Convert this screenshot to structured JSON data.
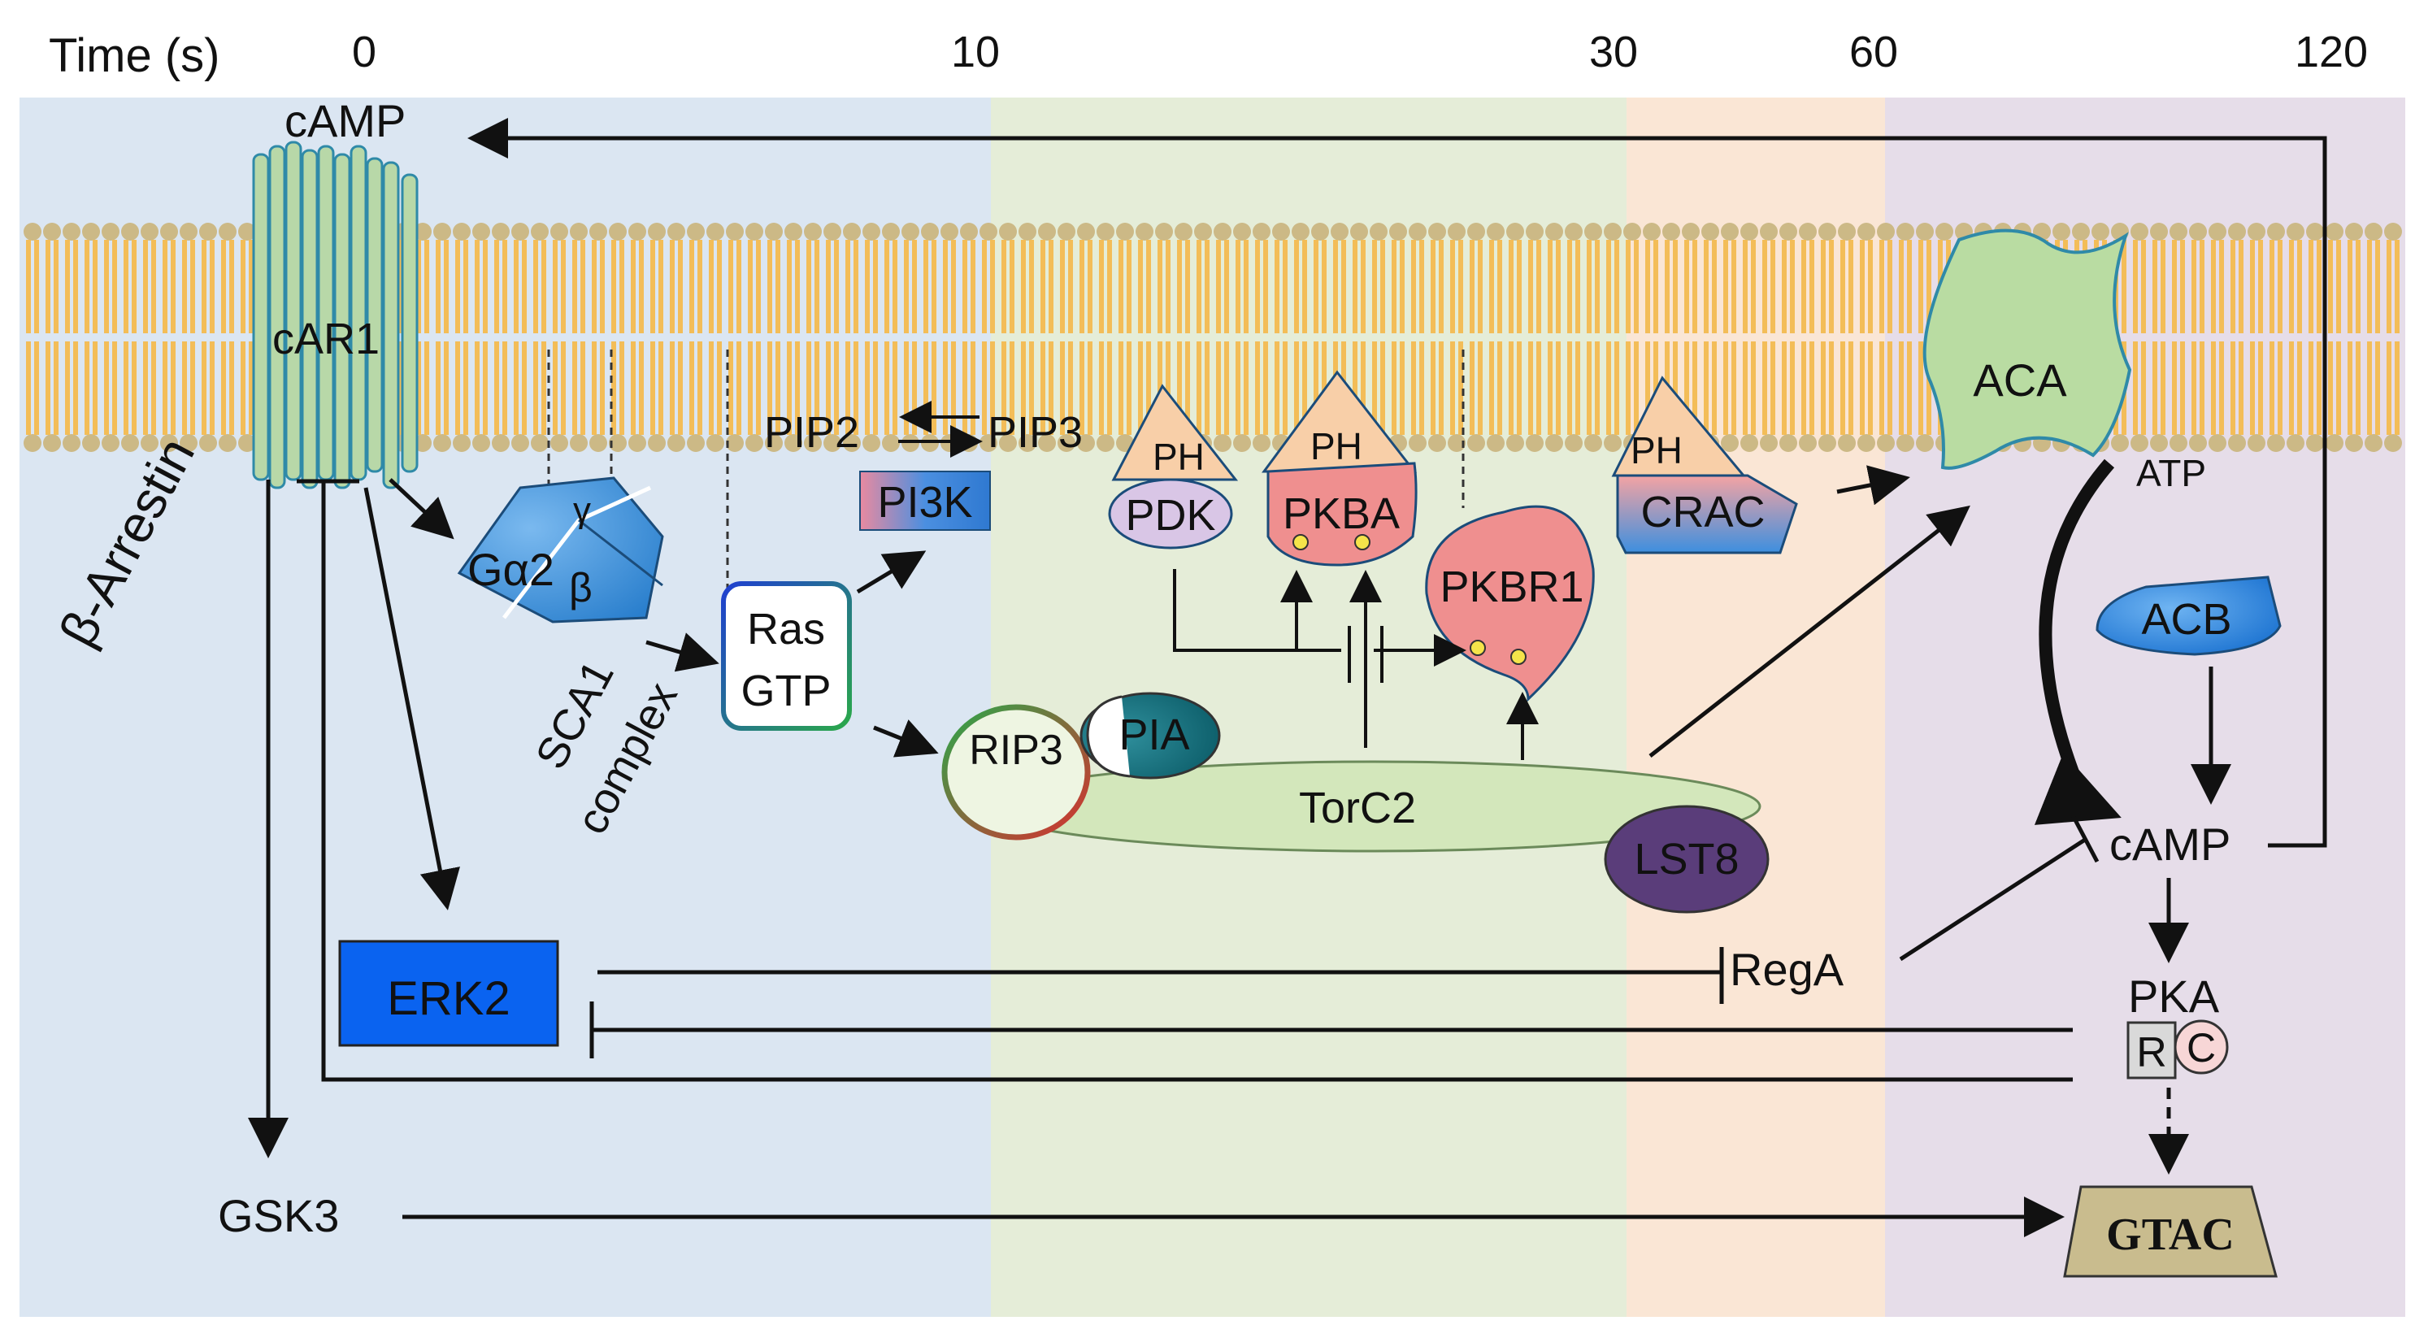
{
  "time_axis": {
    "label": "Time (s)",
    "ticks": [
      "0",
      "10",
      "30",
      "60",
      "120"
    ]
  },
  "phases": [
    {
      "color": "#dbe6f2"
    },
    {
      "color": "#e5edd8"
    },
    {
      "color": "#fae6d5"
    },
    {
      "color": "#e6dde9"
    }
  ],
  "labels": {
    "camp_top": "cAMP",
    "car1": "cAR1",
    "beta_arrestin": "β-Arrestin",
    "galpha2": "Gα2",
    "gamma": "γ",
    "beta": "β",
    "sca1_line1": "SCA1",
    "sca1_line2": "complex",
    "ras_line1": "Ras",
    "ras_line2": "GTP",
    "pip2": "PIP2",
    "pip3": "PIP3",
    "pi3k": "PI3K",
    "ph": "PH",
    "pdk": "PDK",
    "pkba": "PKBA",
    "pkbr1": "PKBR1",
    "crac": "CRAC",
    "rip3": "RIP3",
    "pia": "PIA",
    "torc2": "TorC2",
    "lst8": "LST8",
    "aca": "ACA",
    "atp": "ATP",
    "acb": "ACB",
    "camp_right": "cAMP",
    "erk2": "ERK2",
    "rega": "RegA",
    "pka": "PKA",
    "pka_r": "R",
    "pka_c": "C",
    "gsk3": "GSK3",
    "gtac": "GTAC"
  },
  "colors": {
    "membrane": "#f3bd58",
    "membrane_head": "#ccb986",
    "car1_fill": "#b8d8a8",
    "car1_stroke": "#2f8aa8",
    "g_protein": "#3a8fd6",
    "pi3k": "#3b8ee0",
    "pkb": "#ef8f8f",
    "pdk": "#d9c6e6",
    "ph": "#f8cfa8",
    "torc2": "#d3e7bb",
    "lst8": "#5a3d7a",
    "pia": "#12707e",
    "aca": "#b9dca2",
    "acb": "#2d8fe0",
    "erk2": "#0a63f0",
    "gtac": "#c9bc8e"
  }
}
